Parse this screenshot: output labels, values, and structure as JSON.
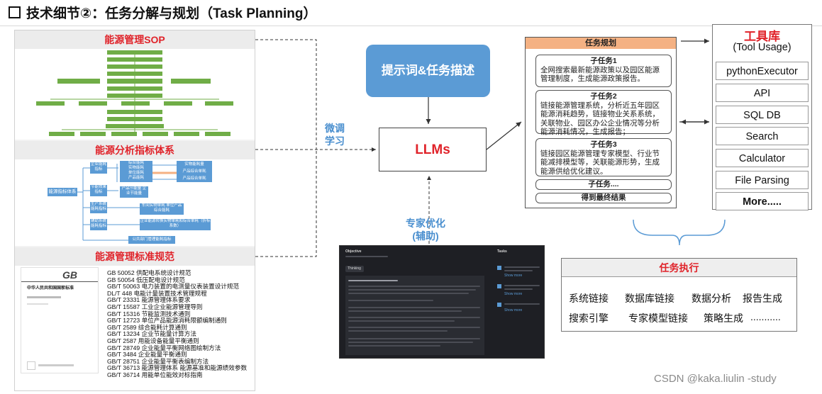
{
  "title": "技术细节②：任务分解与规划（Task Planning）",
  "left_panel": {
    "sop_title": "能源管理SOP",
    "metrics_title": "能源分析指标体系",
    "metrics_nodes": {
      "root": "能源指标体系",
      "n1": "企业能耗指标",
      "n1a": "综合能耗",
      "n1b": "实物能耗",
      "n1c": "单位能耗",
      "n1d": "产品能耗",
      "n1r1": "实物能耗量",
      "n1r2": "产品综合单耗",
      "n1r3": "产品综合单耗",
      "n2": "节能效果指标",
      "n2r": "产品节能量 企业节能量",
      "n3": "生产系统能耗指标",
      "n3r": "车间实物单耗 单位产品综合能耗",
      "n4": "辅助系统能耗指标",
      "n4r": "企业能源转换实物单耗和综合单耗（折标系数）",
      "n5": "公共部门管理能耗指标"
    },
    "standards_title": "能源管理标准规范",
    "gb_logo": "GB",
    "gb_header": "中华人民共和国国家标准",
    "standards": [
      "GB 50052 供配电系统设计规范",
      "GB 50054 低压配电设计规范",
      "GB/T 50063 电力装置的电测量仪表装置设计规范",
      "DL/T 448 电能计量装置技术管理规程",
      "GB/T 23331 能源管理体系要求",
      "GB/T 15587 工业企业能源管理导则",
      "GB/T 15316 节能监测技术通则",
      "GB/T 12723 单位产品能源消耗限额编制通则",
      "GB/T 2589 综合能耗计算通则",
      "GB/T 13234 企业节能量计算方法",
      "GB/T 2587 用能设备能量平衡通则",
      "GB/T 28749 企业能量平衡网络图绘制方法",
      "GB/T 3484 企业能量平衡通则",
      "GB/T 28751 企业能量平衡表编制方法",
      "GB/T 36713 能源管理体系 能源基准和能源绩效参数",
      "GB/T 36714 用能单位能效对标指南"
    ]
  },
  "center": {
    "prompt_label": "提示词&任务描述",
    "llm_label": "LLMs",
    "finetune_label": "微调学习",
    "expert_label": "专家优化(辅助)"
  },
  "chat": {
    "objective": "Objective",
    "thinking": "Thinking",
    "tasks": "Tasks",
    "show_more": "Show more"
  },
  "planning": {
    "title": "任务规划",
    "tasks": [
      {
        "title": "子任务1",
        "body": "全网搜索最新能源政策以及园区能源管理制度，生成能源政策报告。"
      },
      {
        "title": "子任务2",
        "body": "链接能源管理系统，分析近五年园区能源消耗趋势，链接物业关系系统，关联物业、园区办公企业情况等分析能源消耗情况，生成报告；"
      },
      {
        "title": "子任务3",
        "body": "链接园区能源管理专家模型、行业节能减排模型等，关联能源形势，生成能源供给优化建议。"
      }
    ],
    "more_task": "子任务....",
    "result": "得到最终结果"
  },
  "tools": {
    "title": "工具库",
    "subtitle": "(Tool Usage)",
    "items": [
      "pythonExecutor",
      "API",
      "SQL DB",
      "Search",
      "Calculator",
      "File Parsing",
      "More....."
    ]
  },
  "execution": {
    "title": "任务执行",
    "row1": [
      "系统链接",
      "数据库链接",
      "数据分析",
      "报告生成"
    ],
    "row2": [
      "搜索引擎",
      "专家模型链接",
      "策略生成",
      "..........."
    ]
  },
  "watermark": "CSDN @kaka.liulin -study",
  "colors": {
    "red": "#e0232a",
    "blue": "#5b9bd5",
    "green": "#70ad47",
    "orange": "#f4b183"
  }
}
